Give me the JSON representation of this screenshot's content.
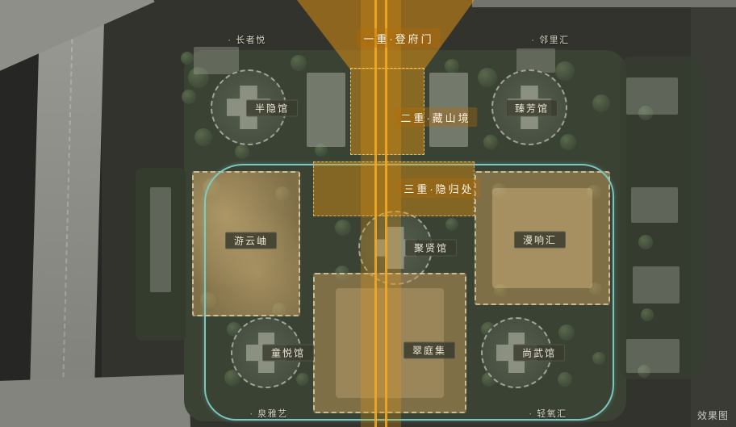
{
  "axis_labels": {
    "first": "一重·登府门",
    "second": "二重·藏山境",
    "third": "三重·隐归处"
  },
  "venue_labels": {
    "banyin": "半隐馆",
    "zhenfang": "臻芳馆",
    "youyun": "游云岫",
    "juxian": "聚贤馆",
    "manxiang": "漫响汇",
    "tongyue": "童悦馆",
    "cuiting": "翠庭集",
    "shangwu": "尚武馆"
  },
  "poi_labels": {
    "changzheyue": "· 长者悦",
    "linlihui": "· 邻里汇",
    "quanyayi": "· 泉雅艺",
    "qingyanghui": "· 轻氧汇"
  },
  "watermark": "效果图",
  "colors": {
    "axis_orange": "#E8980F",
    "zone_tan": "#C49C5C",
    "boundary_teal": "#7FD2CC",
    "label_pill": "#3A3C2E"
  }
}
